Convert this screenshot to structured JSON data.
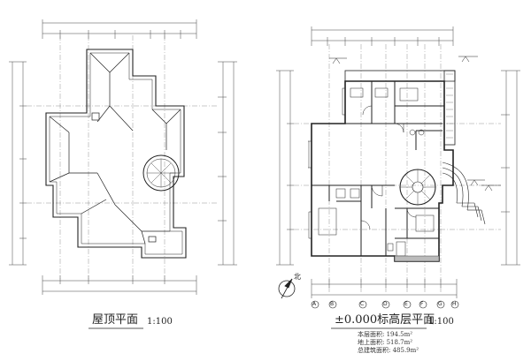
{
  "drawings": [
    {
      "id": "roof",
      "title": "屋顶平面",
      "scale": "1:100"
    },
    {
      "id": "ground-floor",
      "title": "±0.000标高层平面",
      "scale": "1:100",
      "stats": [
        {
          "label": "本层面积",
          "value": "194.5m²"
        },
        {
          "label": "地上面积",
          "value": "518.7m²"
        },
        {
          "label": "总建筑面积",
          "value": "485.9m²"
        }
      ],
      "north_label": "北"
    }
  ],
  "axis_labels_bottom": [
    "A",
    "B",
    "C",
    "D",
    "E",
    "F",
    "G",
    "H"
  ],
  "colors": {
    "line": "#222222",
    "thin": "#555555",
    "hatch": "#888888"
  }
}
